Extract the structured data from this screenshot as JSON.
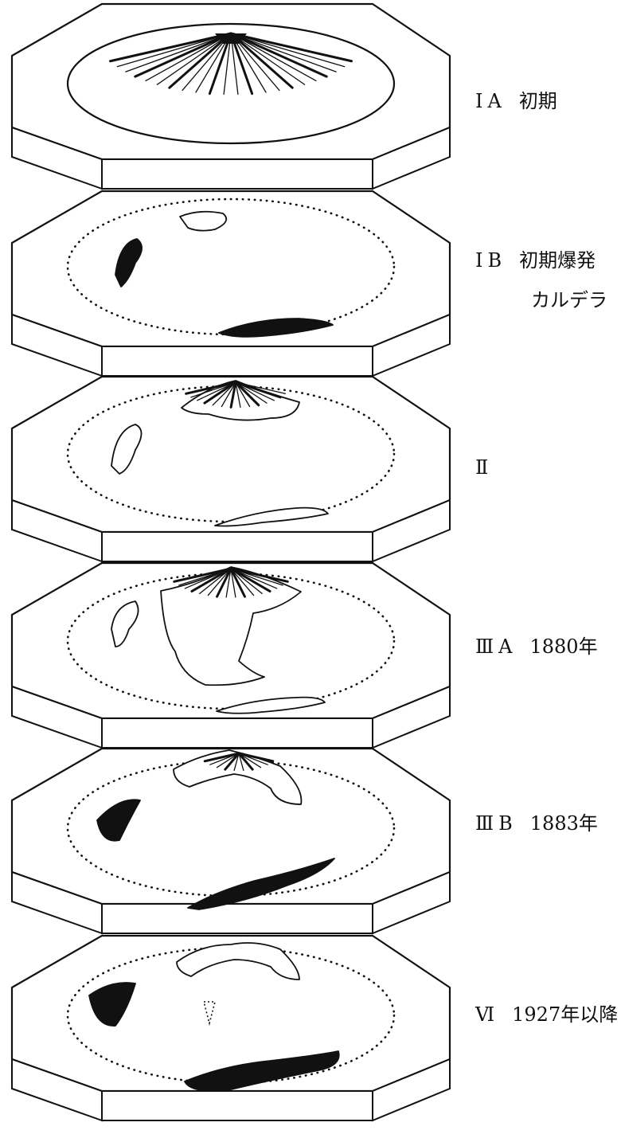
{
  "stages": [
    {
      "id": "ⅠA",
      "desc": "初期"
    },
    {
      "id": "ⅠB",
      "desc": "初期爆発",
      "sub": "カルデラ"
    },
    {
      "id": "Ⅱ",
      "desc": ""
    },
    {
      "id": "ⅢA",
      "desc": "1880年"
    },
    {
      "id": "ⅢB",
      "desc": "1883年"
    },
    {
      "id": "Ⅵ",
      "desc": "1927年以降"
    }
  ],
  "colors": {
    "ink": "#111111",
    "face": "#ffffff",
    "fill": "#111111"
  }
}
